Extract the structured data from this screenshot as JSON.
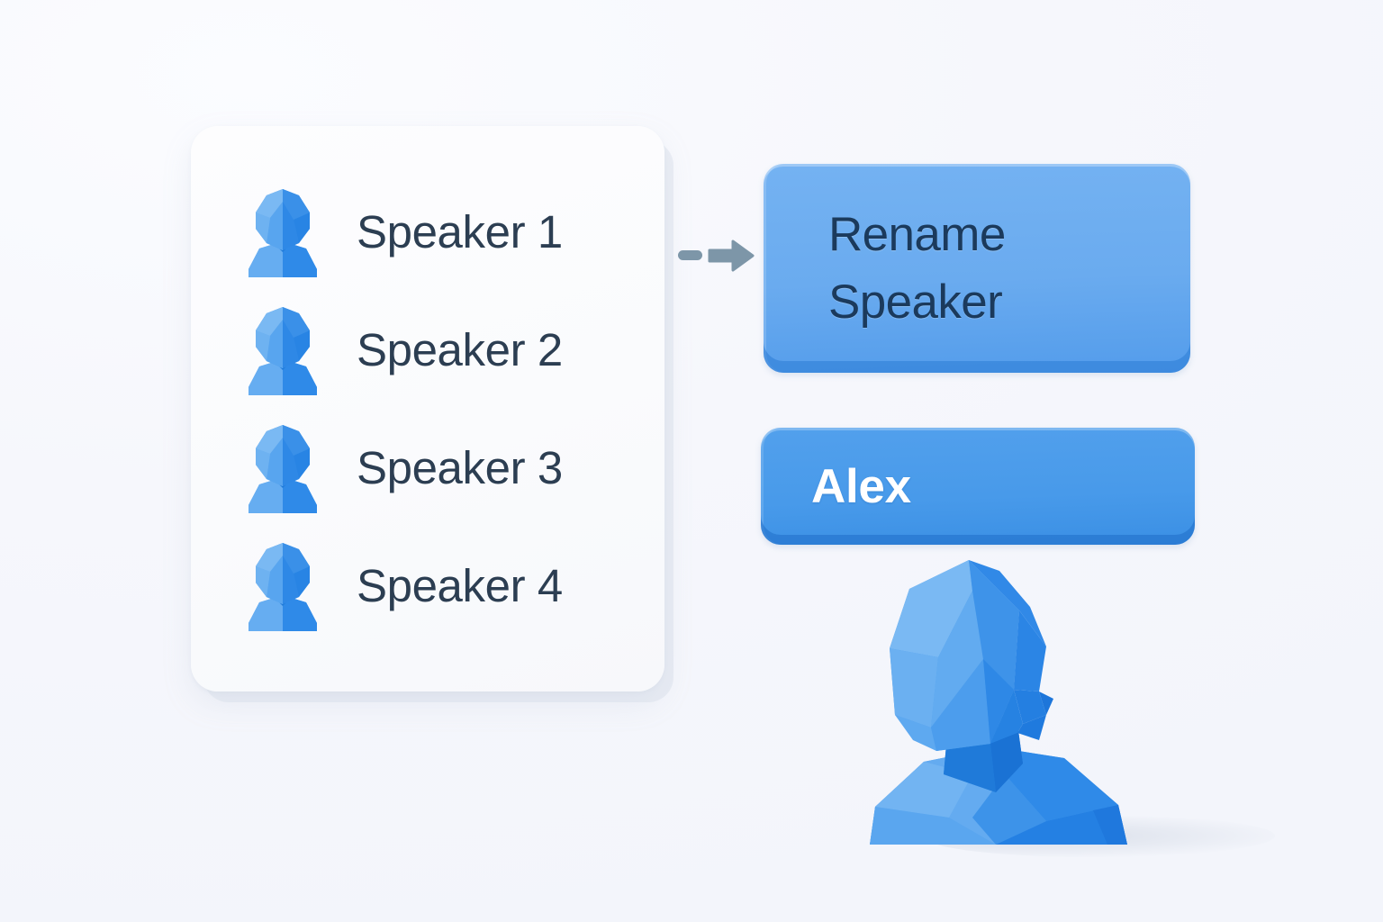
{
  "page": {
    "background_color": "#f7f8fc",
    "title": "Rename Speaker"
  },
  "speaker_card": {
    "background_color": "#fafbfd",
    "items": [
      {
        "icon": "speaker-avatar-icon",
        "label": "Speaker 1"
      },
      {
        "icon": "speaker-avatar-icon",
        "label": "Speaker 2"
      },
      {
        "icon": "speaker-avatar-icon",
        "label": "Speaker 3"
      },
      {
        "icon": "speaker-avatar-icon",
        "label": "Speaker 4"
      }
    ],
    "label_color": "#2c3e52"
  },
  "connector": {
    "icon": "dashed-arrow-right-icon",
    "color": "#7d96a8"
  },
  "actions": {
    "rename_button": {
      "label": "Rename\nSpeaker",
      "fill_color": "#6aabef",
      "edge_color": "#2c7cd6",
      "text_color": "#1b3a5c"
    },
    "name_field": {
      "value": "Alex",
      "placeholder": "Alex",
      "fill_color": "#489aea",
      "edge_color": "#1f6dc8",
      "text_color": "#ffffff"
    }
  },
  "illustration": {
    "icon": "low-poly-person-bust-icon",
    "light_color": "#6fb2f0",
    "mid_color": "#3e93e8",
    "dark_color": "#1f7ae0"
  }
}
